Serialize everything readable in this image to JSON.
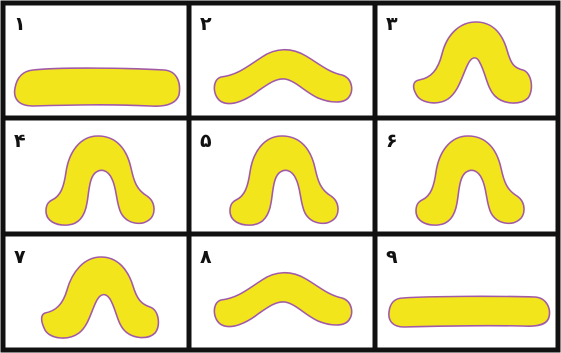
{
  "colors": {
    "border": "#111111",
    "background": "#ffffff",
    "shape_fill": "#f3e51b",
    "shape_stroke": "#a25aa8"
  },
  "panels": [
    {
      "label": "۱",
      "shape": "flat-bar"
    },
    {
      "label": "۲",
      "shape": "low-arch"
    },
    {
      "label": "۳",
      "shape": "high-arch"
    },
    {
      "label": "۴",
      "shape": "tall-arch"
    },
    {
      "label": "۵",
      "shape": "tall-arch"
    },
    {
      "label": "۶",
      "shape": "tall-arch"
    },
    {
      "label": "۷",
      "shape": "high-arch"
    },
    {
      "label": "۸",
      "shape": "low-arch"
    },
    {
      "label": "۹",
      "shape": "flat-bar"
    }
  ]
}
